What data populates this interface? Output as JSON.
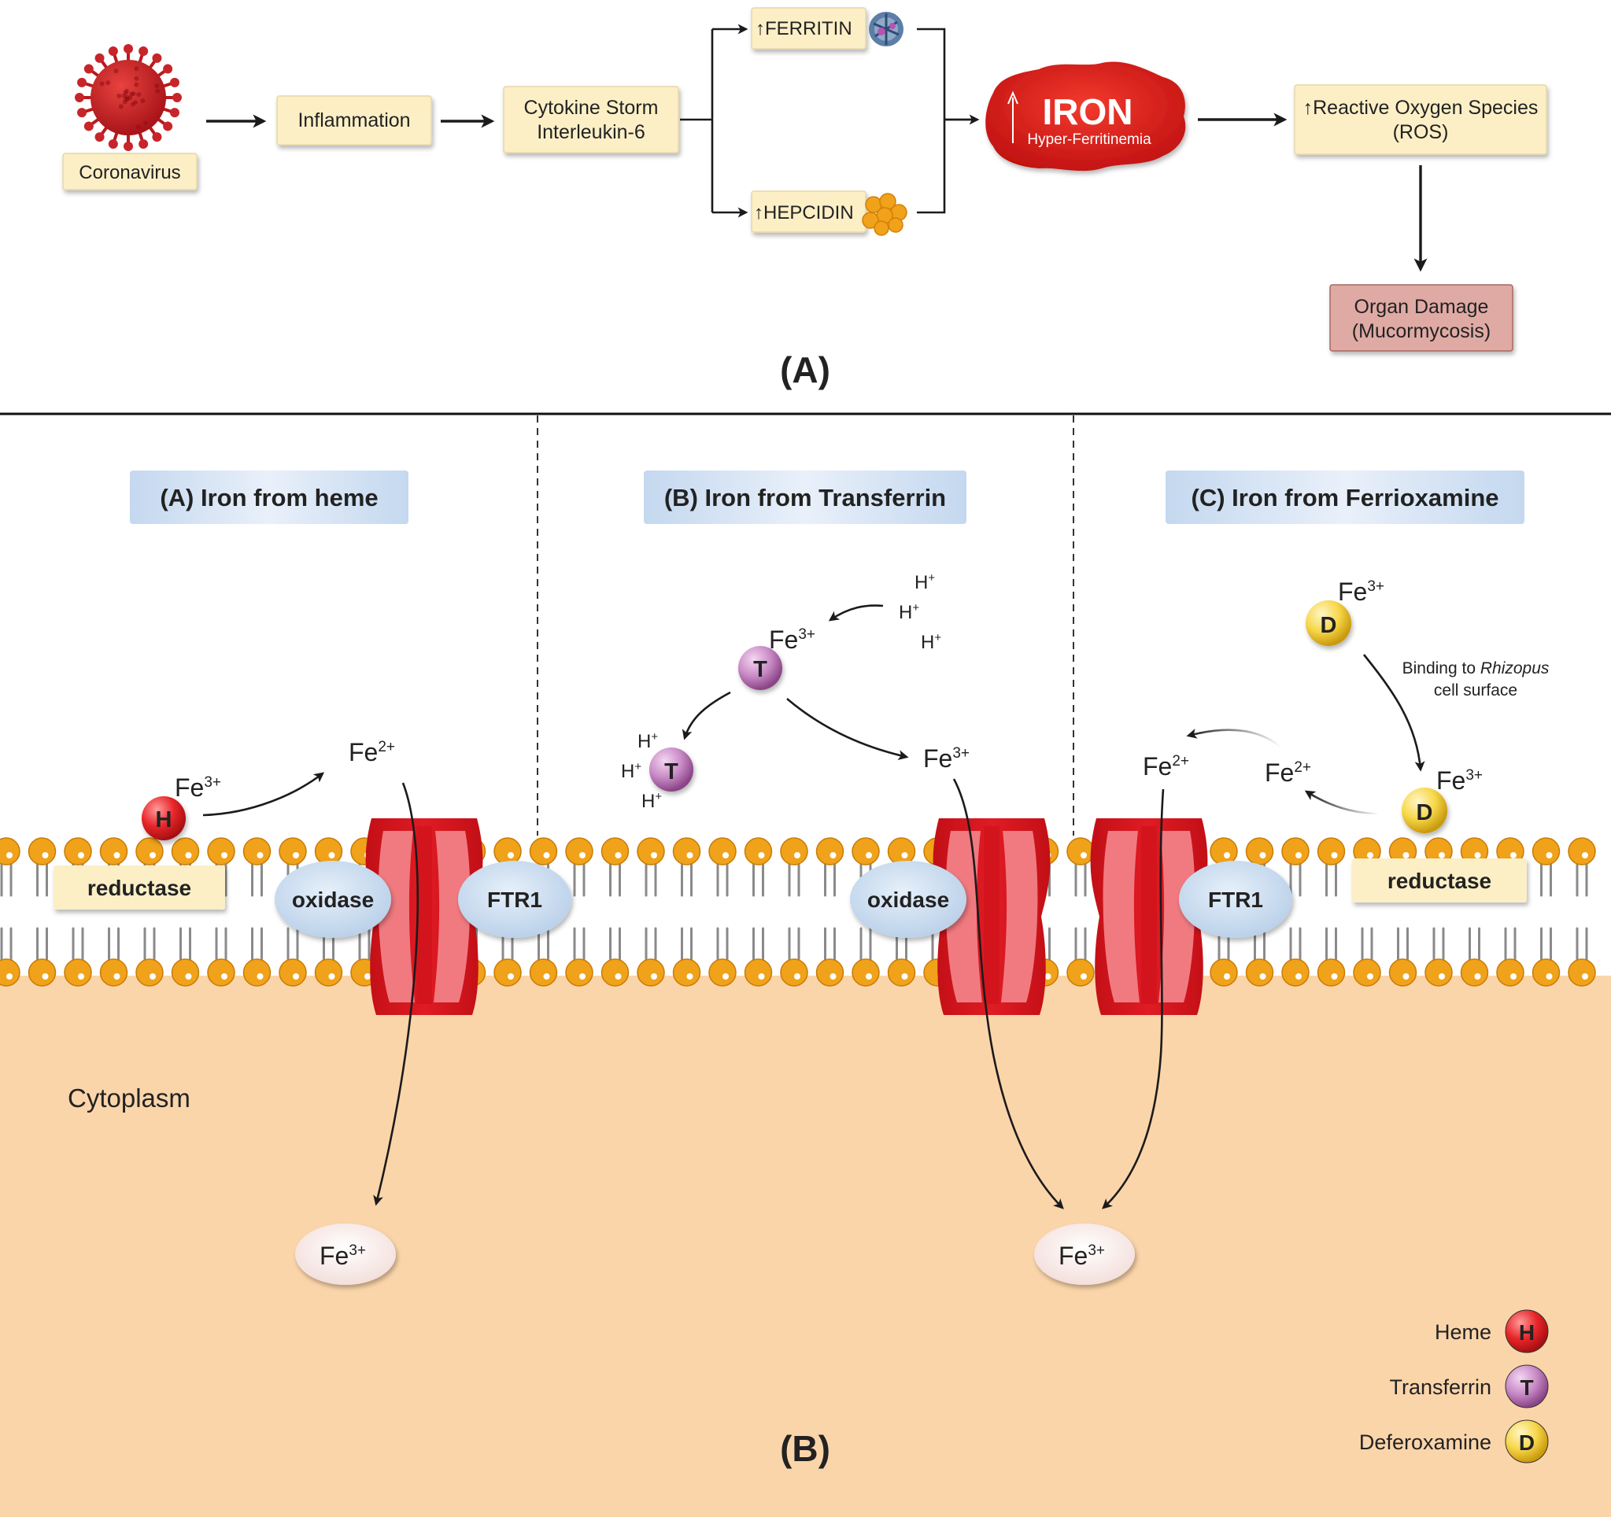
{
  "panel_a": {
    "virus_label": "Coronavirus",
    "inflammation": "Inflammation",
    "cytokine_line1": "Cytokine Storm",
    "cytokine_line2": "Interleukin-6",
    "ferritin": "↑FERRITIN",
    "hepcidin": "↑HEPCIDIN",
    "iron_title": "IRON",
    "iron_sub": "Hyper-Ferritinemia",
    "ros_line1": "↑Reactive Oxygen Species",
    "ros_line2": "(ROS)",
    "organ_line1": "Organ Damage",
    "organ_line2": "(Mucormycosis)",
    "panel_label": "(A)"
  },
  "panel_b": {
    "section_titles": [
      "(A) Iron from heme",
      "(B) Iron from Transferrin",
      "(C) Iron from Ferrioxamine"
    ],
    "membrane_labels": {
      "reductase": "reductase",
      "oxidase": "oxidase",
      "ftr1": "FTR1"
    },
    "ions": {
      "fe": "Fe",
      "fe3_sup": "3+",
      "fe2_sup": "2+",
      "h": "H",
      "h_sup": "+"
    },
    "binding_text_1": "Binding to ",
    "binding_text_italic": "Rhizopus",
    "binding_text_2": "cell surface",
    "cytoplasm": "Cytoplasm",
    "legend": [
      {
        "name": "Heme",
        "symbol": "H",
        "color": "#e8262a"
      },
      {
        "name": "Transferrin",
        "symbol": "T",
        "color": "#b56bb3"
      },
      {
        "name": "Deferoxamine",
        "symbol": "D",
        "color": "#f2c21b"
      }
    ],
    "panel_label": "(B)"
  },
  "colors": {
    "box_fill": "#fcefc6",
    "cytoplasm": "#fbd5aa",
    "lipid_head": "#f0a21a",
    "channel_red": "#e01b24",
    "oxidase_blue": "#c9ddf0",
    "title_blue": "#c4d8ef",
    "organ_box": "#e0aaa4",
    "iron_red": "#d81e1e"
  }
}
